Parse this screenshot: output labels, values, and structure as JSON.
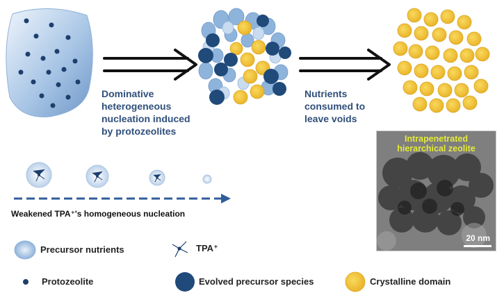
{
  "step1_caption": [
    "Dominative",
    "heterogeneous",
    "nucleation induced",
    "by protozeolites"
  ],
  "step2_caption": [
    "Nutrients",
    "consumed to",
    "leave voids"
  ],
  "tem": {
    "title_line1": "Intrapenetrated",
    "title_line2": "hierarchical zeolite",
    "scale": "20 nm"
  },
  "trend_label": "Weakened TPA⁺'s homogeneous nucleation",
  "legend": {
    "precursor_nutrients": "Precursor nutrients",
    "tpa": "TPA⁺",
    "protozeolite": "Protozeolite",
    "evolved_species": "Evolved precursor species",
    "crystalline_domain": "Crystalline domain"
  },
  "colors": {
    "precursor": "#8fb4dc",
    "protozeolite": "#1d3f6e",
    "evolved": "#1f4a7a",
    "crystalline": "#f2c53e",
    "text": "#2f4f7a"
  }
}
